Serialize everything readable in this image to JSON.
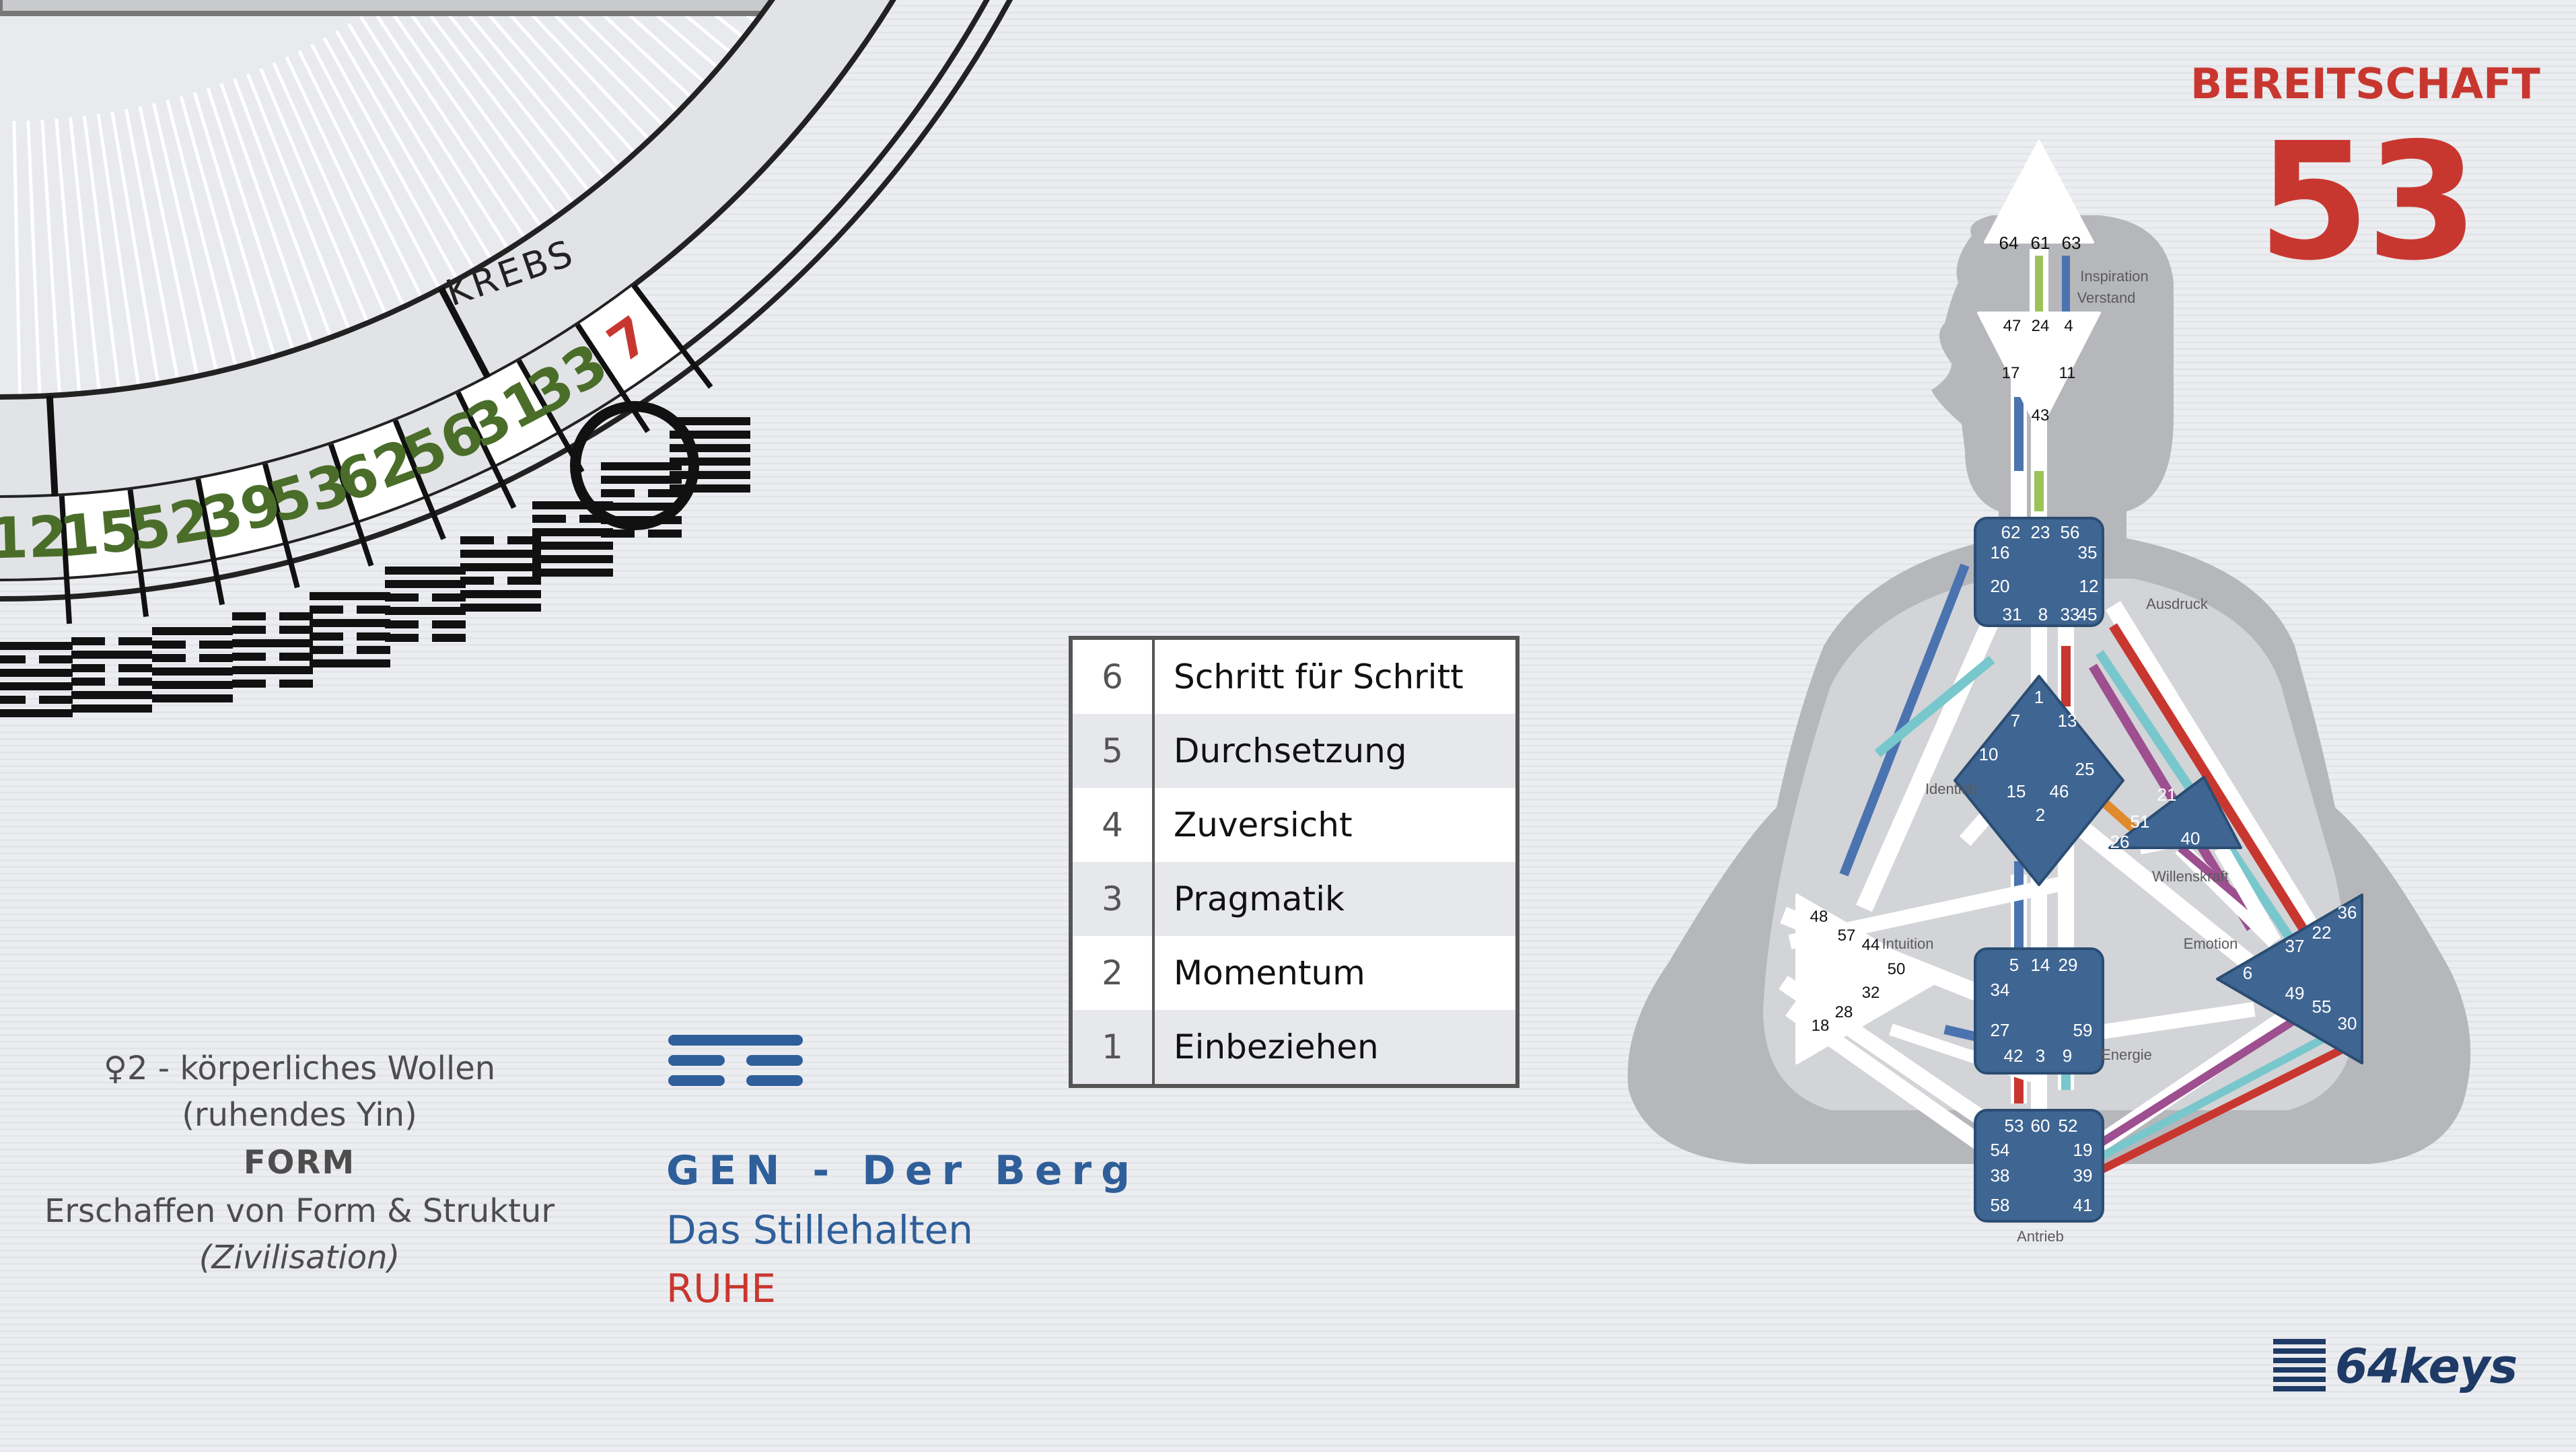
{
  "header": {
    "label": "BEREITSCHAFT",
    "number": "53"
  },
  "wheel": {
    "sign": "KREBS",
    "gates": [
      "12",
      "15",
      "52",
      "39",
      "53",
      "62",
      "56",
      "31",
      "33",
      "7"
    ],
    "highlighted_gate": "53"
  },
  "quarter": {
    "line1": "♀2 - körperliches Wollen",
    "line2": "(ruhendes Yin)",
    "line3": "FORM",
    "line4": "Erschaffen von Form & Struktur",
    "line5": "(Zivilisation)"
  },
  "gene_key": {
    "name": "GEN - Der Berg",
    "subtitle": "Das Stillehalten",
    "theme": "RUHE"
  },
  "lines": [
    {
      "num": "6",
      "label": "Schritt für Schritt"
    },
    {
      "num": "5",
      "label": "Durchsetzung"
    },
    {
      "num": "4",
      "label": "Zuversicht"
    },
    {
      "num": "3",
      "label": "Pragmatik"
    },
    {
      "num": "2",
      "label": "Momentum"
    },
    {
      "num": "1",
      "label": "Einbeziehen"
    }
  ],
  "bodygraph": {
    "head": [
      "64",
      "61",
      "63"
    ],
    "ajna": [
      "47",
      "24",
      "4",
      "17",
      "11",
      "43"
    ],
    "throat": [
      "62",
      "23",
      "56",
      "16",
      "35",
      "20",
      "12",
      "31",
      "8",
      "33",
      "45"
    ],
    "g": [
      "1",
      "7",
      "13",
      "10",
      "25",
      "15",
      "46",
      "2"
    ],
    "ego": [
      "21",
      "51",
      "26",
      "40"
    ],
    "spleen": [
      "48",
      "57",
      "44",
      "50",
      "32",
      "28",
      "18"
    ],
    "sacral": [
      "5",
      "14",
      "29",
      "34",
      "27",
      "59",
      "42",
      "3",
      "9"
    ],
    "solar": [
      "36",
      "37",
      "22",
      "6",
      "49",
      "55",
      "30"
    ],
    "root": [
      "53",
      "60",
      "52",
      "54",
      "19",
      "38",
      "39",
      "58",
      "41"
    ],
    "labels": {
      "inspiration": "Inspiration",
      "verstand": "Verstand",
      "ausdruck": "Ausdruck",
      "identitaet": "Identität",
      "willenskraft": "Willenskraft",
      "intuition": "Intuition",
      "emotion": "Emotion",
      "energie": "Energie",
      "antrieb": "Antrieb"
    }
  },
  "logo": {
    "text": "64keys"
  },
  "colors": {
    "accent_red": "#c8372f",
    "green": "#4a6e2a",
    "blue": "#2f5f9a",
    "center": "#3f6592"
  }
}
